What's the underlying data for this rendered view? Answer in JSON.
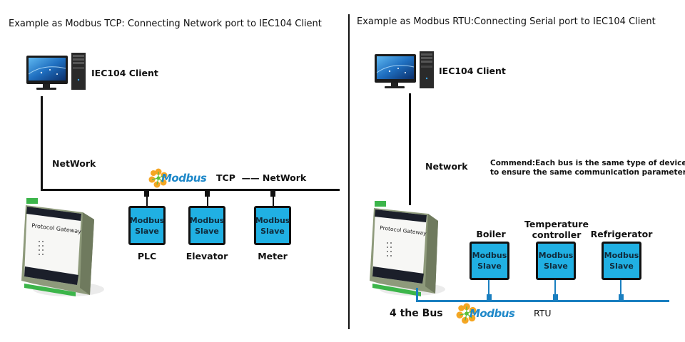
{
  "left_panel": {
    "title": "Example as Modbus TCP: Connecting Network port to IEC104 Client",
    "client_label": "IEC104 Client",
    "network_label": "NetWork",
    "modbus_logo_text": "Modbus",
    "bus_label": "TCP  —— NetWork",
    "gateway_label": "Protocol Gateway",
    "slaves": [
      {
        "line1": "Modbus",
        "line2": "Slave",
        "device": "PLC"
      },
      {
        "line1": "Modbus",
        "line2": "Slave",
        "device": "Elevator"
      },
      {
        "line1": "Modbus",
        "line2": "Slave",
        "device": "Meter"
      }
    ]
  },
  "right_panel": {
    "title": "Example as Modbus RTU:Connecting Serial port to IEC104 Client",
    "client_label": "IEC104 Client",
    "network_label": "Network",
    "note_line1": "Commend:Each bus is the same type of device",
    "note_line2": "to ensure the same communication parameters.",
    "gateway_label": "Protocol Gateway",
    "bus_label": "4 the Bus",
    "modbus_logo_text": "Modbus",
    "protocol_label": "RTU",
    "slaves": [
      {
        "line1": "Modbus",
        "line2": "Slave",
        "device": "Boiler"
      },
      {
        "line1": "Modbus",
        "line2": "Slave",
        "device": "Temperature\ncontroller"
      },
      {
        "line1": "Modbus",
        "line2": "Slave",
        "device": "Refrigerator"
      }
    ]
  },
  "colors": {
    "slave_fill": "#20b0e3",
    "rtu_bus": "#1a7fc0",
    "tcp_bus": "#111111",
    "modbus_logo_orange": "#f5a623",
    "modbus_logo_blue": "#1e88c9"
  }
}
